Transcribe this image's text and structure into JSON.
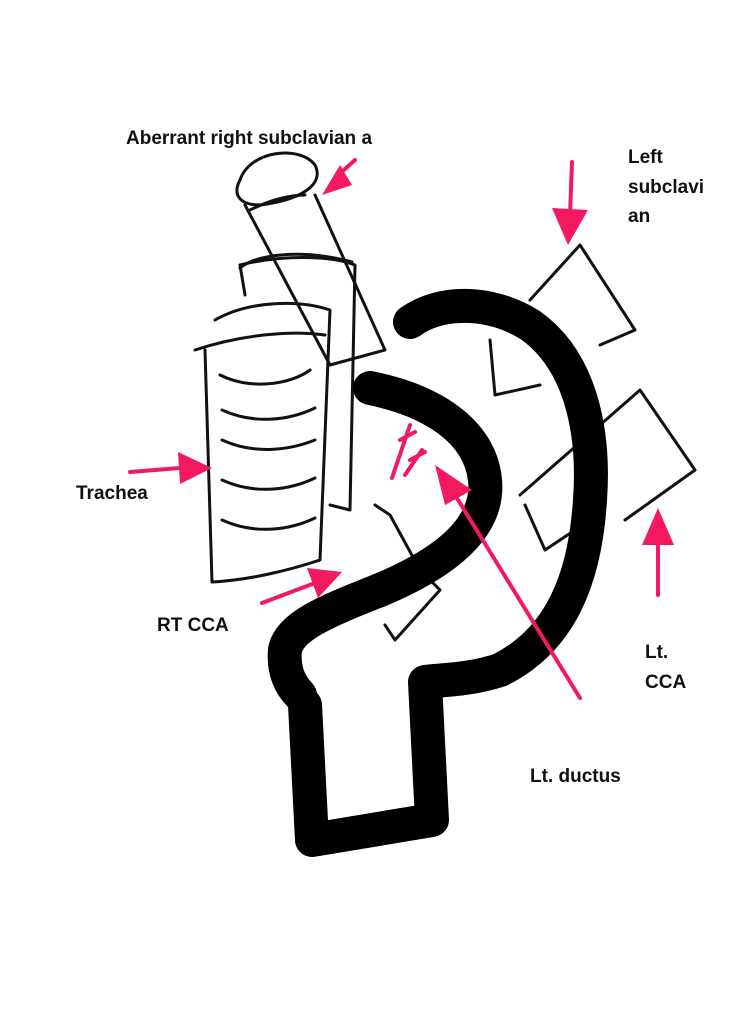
{
  "diagram": {
    "labels": {
      "aberrant": "Aberrant right subclavian a",
      "left_subclavian": [
        "Left",
        "subclavi",
        "an"
      ],
      "trachea": "Trachea",
      "rt_cca": "RT CCA",
      "lt_cca": [
        "Lt.",
        "CCA"
      ],
      "lt_ductus": "Lt. ductus"
    },
    "colors": {
      "arrow": "#f2195f",
      "vessel": "#000000"
    }
  }
}
